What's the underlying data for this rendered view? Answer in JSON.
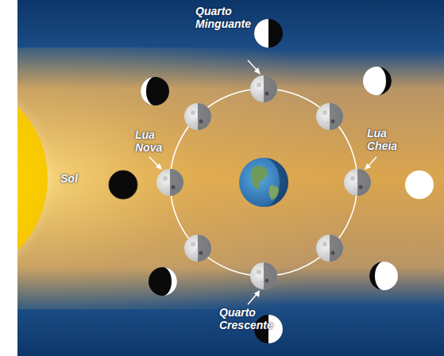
{
  "diagram": {
    "labels": [
      "Quarto Minguante",
      "Lua Nova",
      "Sol",
      "Lua Cheia",
      "Quarto Crescente"
    ]
  }
}
